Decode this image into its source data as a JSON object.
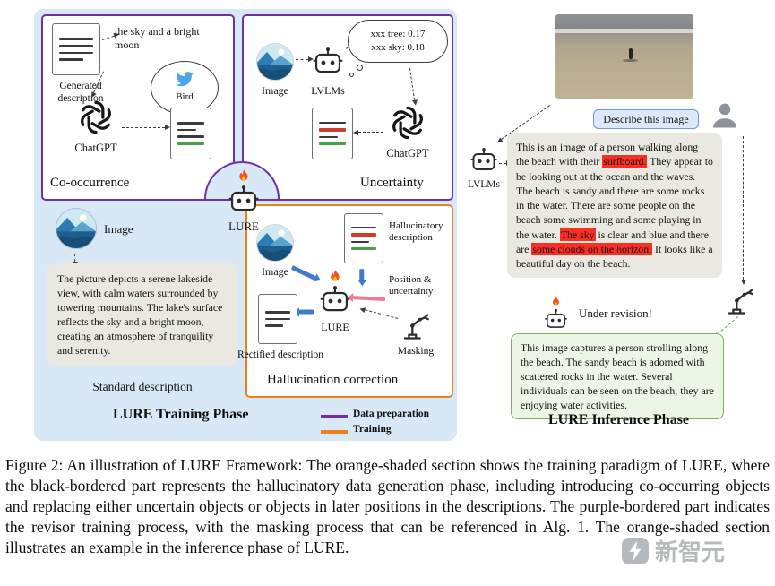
{
  "training": {
    "title": "LURE Training Phase",
    "lure_label": "LURE",
    "cooccurrence": {
      "title": "Co-occurrence",
      "generated_label": "Generated description",
      "insert_text": "the sky and a bright moon",
      "bird_label": "Bird",
      "chatgpt_label": "ChatGPT"
    },
    "uncertainty": {
      "title": "Uncertainty",
      "image_label": "Image",
      "lvlm_label": "LVLMs",
      "bubble_line1": "xxx tree: 0.17",
      "bubble_line2": "xxx sky: 0.18",
      "chatgpt_label": "ChatGPT"
    },
    "standard": {
      "image_label": "Image",
      "text": "The picture depicts a serene lakeside view, with calm waters surrounded by towering mountains. The lake's surface reflects the sky and a bright moon, creating an atmosphere of tranquility and serenity.",
      "label": "Standard description"
    },
    "correction": {
      "title": "Hallucination correction",
      "image_label": "Image",
      "hallucinatory_label": "Hallucinatory description",
      "position_label": "Position & uncertainty",
      "lure_label": "LURE",
      "rectified_label": "Rectified description",
      "masking_label": "Masking"
    },
    "legend": {
      "data_preparation": "Data preparation",
      "training": "Training"
    }
  },
  "inference": {
    "title": "LURE Inference Phase",
    "describe_button": "Describe this image",
    "lvlm_label": "LVLMs",
    "description": {
      "p1": "This is an image of a person walking along the beach with their ",
      "h1": "surfboard.",
      "p2": " They appear to be looking out at the ocean and the waves. The beach is sandy and there are some rocks in the water. There are some people on the beach some swimming and some playing in the water. ",
      "h2": "The sky",
      "p3": " is clear and blue and there are ",
      "h3": "some clouds on the horizon.",
      "p4": " It looks like a beautiful day on the beach."
    },
    "revision_label": "Under revision!",
    "revised_text": "This image captures a person strolling along the beach. The sandy beach is adorned with scattered rocks in the water. Several individuals can be seen on the beach, they are enjoying water activities."
  },
  "caption": {
    "text": "Figure 2: An illustration of LURE Framework: The orange-shaded section shows the training paradigm of LURE, where the black-bordered part represents the hallucinatory data generation phase, including introducing co-occurring objects and replacing either uncertain objects or objects in later positions in the descriptions. The purple-bordered part indicates the revisor training process, with the masking process that can be referenced in Alg. 1. The orange-shaded section illustrates an example in the inference phase of LURE."
  },
  "watermark": {
    "text": "新智元"
  },
  "colors": {
    "data_preparation": "#7030a0",
    "training_flow": "#e8821e",
    "highlight": "#fb2e24",
    "training_bg": "#d9e8f6",
    "inference_bg": "#fdfbe9",
    "blue_arrow": "#3d7cc9",
    "green_border": "#7cb350"
  }
}
